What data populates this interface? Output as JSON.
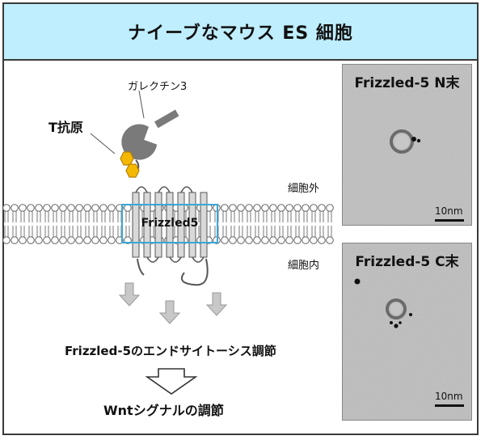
{
  "title": "ナイーブなマウス ES 細胞",
  "labels": {
    "galectin": "ガレクチン3",
    "t_antigen": "T抗原",
    "extracellular": "細胞外",
    "intracellular": "細胞内",
    "receptor": "Frizzled5",
    "endocytosis": "Frizzled-5のエンドサイトーシス調節",
    "wnt": "Wntシグナルの調節"
  },
  "micrographs": [
    {
      "title": "Frizzled-5 N末",
      "scale": "10nm"
    },
    {
      "title": "Frizzled-5 C末",
      "scale": "10nm"
    }
  ],
  "colors": {
    "title_bg": "#bfeeff",
    "hexagon": "#f5b800",
    "receptor_box": "#3aa7d6",
    "arrow_gray": "#c8c8c8",
    "galectin_gray": "#7a7a7a"
  }
}
